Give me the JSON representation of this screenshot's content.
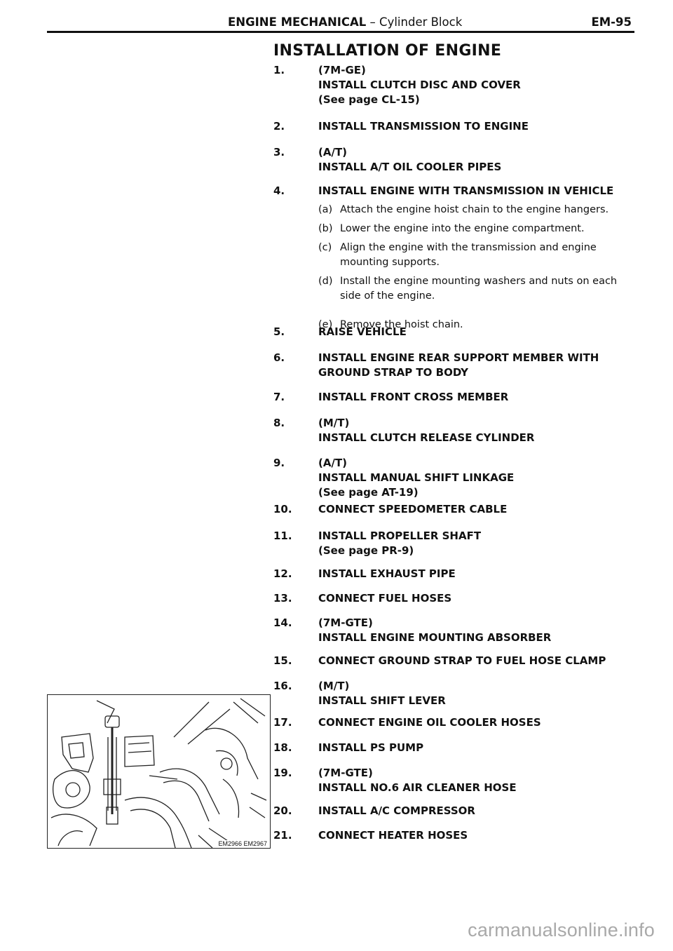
{
  "header": {
    "title_bold": "ENGINE MECHANICAL",
    "title_rest": " – Cylinder Block",
    "page": "EM-95"
  },
  "section_title": "INSTALLATION OF ENGINE",
  "steps": [
    {
      "num": "1.",
      "lines": [
        "(7M-GE)",
        "INSTALL CLUTCH DISC AND COVER",
        "(See page CL-15)"
      ]
    },
    {
      "num": "2.",
      "lines": [
        "INSTALL TRANSMISSION TO ENGINE"
      ]
    },
    {
      "num": "3.",
      "lines": [
        "(A/T)",
        "INSTALL A/T OIL COOLER PIPES"
      ]
    },
    {
      "num": "4.",
      "lines": [
        "INSTALL ENGINE WITH TRANSMISSION IN VEHICLE"
      ]
    },
    {
      "num": "5.",
      "lines": [
        "RAISE VEHICLE"
      ]
    },
    {
      "num": "6.",
      "lines": [
        "INSTALL ENGINE REAR SUPPORT MEMBER WITH",
        "GROUND STRAP TO BODY"
      ]
    },
    {
      "num": "7.",
      "lines": [
        "INSTALL FRONT CROSS MEMBER"
      ]
    },
    {
      "num": "8.",
      "lines": [
        "(M/T)",
        "INSTALL CLUTCH RELEASE CYLINDER"
      ]
    },
    {
      "num": "9.",
      "lines": [
        "(A/T)",
        "INSTALL MANUAL SHIFT LINKAGE",
        "(See page AT-19)"
      ]
    },
    {
      "num": "10.",
      "lines": [
        "CONNECT SPEEDOMETER CABLE"
      ]
    },
    {
      "num": "11.",
      "lines": [
        "INSTALL PROPELLER SHAFT",
        "(See page PR-9)"
      ]
    },
    {
      "num": "12.",
      "lines": [
        "INSTALL EXHAUST PIPE"
      ]
    },
    {
      "num": "13.",
      "lines": [
        "CONNECT FUEL HOSES"
      ]
    },
    {
      "num": "14.",
      "lines": [
        "(7M-GTE)",
        "INSTALL ENGINE MOUNTING ABSORBER"
      ]
    },
    {
      "num": "15.",
      "lines": [
        "CONNECT GROUND STRAP TO FUEL HOSE CLAMP"
      ]
    },
    {
      "num": "16.",
      "lines": [
        "(M/T)",
        "INSTALL SHIFT LEVER"
      ]
    },
    {
      "num": "17.",
      "lines": [
        "CONNECT ENGINE OIL COOLER HOSES"
      ]
    },
    {
      "num": "18.",
      "lines": [
        "INSTALL PS PUMP"
      ]
    },
    {
      "num": "19.",
      "lines": [
        "(7M-GTE)",
        "INSTALL NO.6 AIR CLEANER HOSE"
      ]
    },
    {
      "num": "20.",
      "lines": [
        "INSTALL A/C COMPRESSOR"
      ]
    },
    {
      "num": "21.",
      "lines": [
        "CONNECT HEATER HOSES"
      ]
    }
  ],
  "substeps": [
    {
      "letter": "(a)",
      "lines": [
        "Attach the engine hoist chain to the engine hangers."
      ]
    },
    {
      "letter": "(b)",
      "lines": [
        "Lower the engine into the engine compartment."
      ]
    },
    {
      "letter": "(c)",
      "lines": [
        "Align the engine with the transmission and engine",
        "mounting supports."
      ]
    },
    {
      "letter": "(d)",
      "lines": [
        "Install the engine mounting washers and nuts on each",
        "side of the engine."
      ]
    },
    {
      "letter": "(e)",
      "lines": [
        "Remove the hoist chain."
      ]
    }
  ],
  "figure": {
    "code": "EM2966 EM2967"
  },
  "watermark": "carmanualsonline.info"
}
